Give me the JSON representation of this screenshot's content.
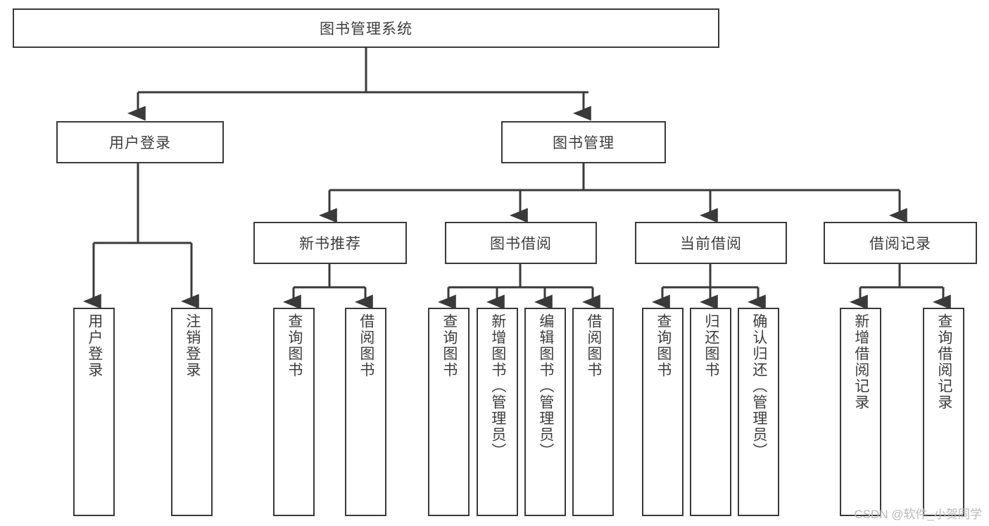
{
  "diagram": {
    "title": "图书管理系统",
    "type": "tree-hierarchy",
    "watermark": "CSDN @软件_小贺同学",
    "colors": {
      "stroke": "#3a3a3a",
      "text": "#3d3d3d",
      "background": "#ffffff",
      "watermark": "#b9b9b9"
    },
    "root": {
      "label": "图书管理系统"
    },
    "level1": [
      {
        "label": "用户登录"
      },
      {
        "label": "图书管理"
      }
    ],
    "level2": [
      {
        "label": "新书推荐"
      },
      {
        "label": "图书借阅"
      },
      {
        "label": "当前借阅"
      },
      {
        "label": "借阅记录"
      }
    ],
    "leaves": {
      "user_login": [
        {
          "label": "用户登录"
        },
        {
          "label": "注销登录"
        }
      ],
      "new_book": [
        {
          "label": "查询图书"
        },
        {
          "label": "借阅图书"
        }
      ],
      "borrow_book": [
        {
          "label": "查询图书"
        },
        {
          "label": "新增图书（管理员）"
        },
        {
          "label": "编辑图书（管理员）"
        },
        {
          "label": "借阅图书"
        }
      ],
      "current_borrow": [
        {
          "label": "查询图书"
        },
        {
          "label": "归还图书"
        },
        {
          "label": "确认归还（管理员）"
        }
      ],
      "borrow_record": [
        {
          "label": "新增借阅记录"
        },
        {
          "label": "查询借阅记录"
        }
      ]
    }
  }
}
